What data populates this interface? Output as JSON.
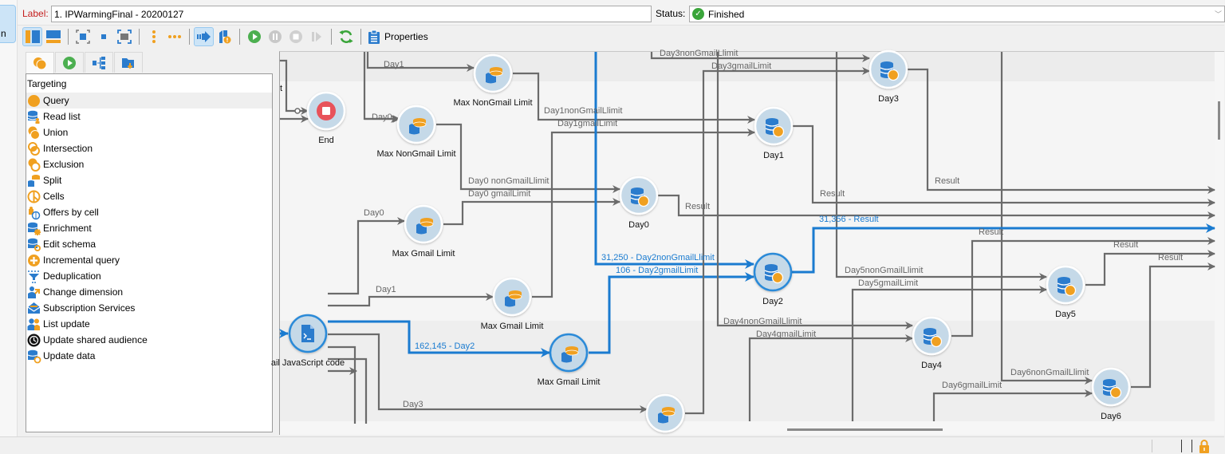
{
  "left_tab": {
    "label": "n"
  },
  "header": {
    "label_caption": "Label:",
    "label_value": "1. IPWarmingFinal - 20200127",
    "status_caption": "Status:",
    "status_value": "Finished",
    "status_icon": "check-circle-icon"
  },
  "toolbar": {
    "buttons": [
      {
        "name": "vertical-layout",
        "active": true
      },
      {
        "name": "horizontal-layout",
        "active": false
      },
      {
        "name": "zoom-fit",
        "active": false
      },
      {
        "name": "normal-size",
        "active": false
      },
      {
        "name": "zoom-selection",
        "active": false
      },
      {
        "name": "align-vertical",
        "active": false
      },
      {
        "name": "align-horizontal",
        "active": false
      },
      {
        "name": "show-transitions",
        "active": true
      },
      {
        "name": "show-log",
        "active": false
      },
      {
        "name": "start",
        "active": false
      },
      {
        "name": "pause",
        "active": false
      },
      {
        "name": "stop",
        "active": false
      },
      {
        "name": "resume",
        "active": false
      },
      {
        "name": "refresh",
        "active": false
      }
    ],
    "properties_label": "Properties"
  },
  "palette": {
    "tabs": [
      "targeting-tab",
      "flow-control-tab",
      "actions-tab",
      "events-tab"
    ],
    "section": "Targeting",
    "items": [
      {
        "label": "Query",
        "icon": "query-icon",
        "selected": true
      },
      {
        "label": "Read list",
        "icon": "read-list-icon"
      },
      {
        "label": "Union",
        "icon": "union-icon"
      },
      {
        "label": "Intersection",
        "icon": "intersection-icon"
      },
      {
        "label": "Exclusion",
        "icon": "exclusion-icon"
      },
      {
        "label": "Split",
        "icon": "split-icon"
      },
      {
        "label": "Cells",
        "icon": "cells-icon"
      },
      {
        "label": "Offers by cell",
        "icon": "offers-by-cell-icon"
      },
      {
        "label": "Enrichment",
        "icon": "enrichment-icon"
      },
      {
        "label": "Edit schema",
        "icon": "edit-schema-icon"
      },
      {
        "label": "Incremental query",
        "icon": "incremental-query-icon"
      },
      {
        "label": "Deduplication",
        "icon": "deduplication-icon"
      },
      {
        "label": "Change dimension",
        "icon": "change-dimension-icon"
      },
      {
        "label": "Subscription Services",
        "icon": "subscription-services-icon"
      },
      {
        "label": "List update",
        "icon": "list-update-icon"
      },
      {
        "label": "Update shared audience",
        "icon": "update-shared-audience-icon"
      },
      {
        "label": "Update data",
        "icon": "update-data-icon"
      }
    ]
  },
  "workflow": {
    "nodes": {
      "end": {
        "label": "End",
        "type": "end"
      },
      "max_nongmail_1": {
        "label": "Max NonGmail Limit",
        "type": "split"
      },
      "max_nongmail_0": {
        "label": "Max NonGmail Limit",
        "type": "split"
      },
      "max_gmail_0": {
        "label": "Max Gmail Limit",
        "type": "split"
      },
      "max_gmail_1": {
        "label": "Max Gmail Limit",
        "type": "split"
      },
      "max_gmail_2": {
        "label": "Max Gmail Limit",
        "type": "split",
        "active": true
      },
      "max_gmail_3": {
        "label": "",
        "type": "split"
      },
      "js_code": {
        "label": "ail JavaScript code",
        "type": "script",
        "active": true
      },
      "day0": {
        "label": "Day0",
        "type": "union"
      },
      "day1": {
        "label": "Day1",
        "type": "union"
      },
      "day2": {
        "label": "Day2",
        "type": "union",
        "active": true
      },
      "day3": {
        "label": "Day3",
        "type": "union"
      },
      "day4": {
        "label": "Day4",
        "type": "union"
      },
      "day5": {
        "label": "Day5",
        "type": "union"
      },
      "day6": {
        "label": "Day6",
        "type": "union"
      },
      "partial_left": {
        "label": "t"
      }
    },
    "transitions": {
      "t_day1_top": "Day1",
      "t_day0_nongmail": "Day0",
      "t_day0_gmail": "Day0",
      "t_day1_gmail": "Day1",
      "t_day3": "Day3",
      "t_day2_js": "162,145 - Day2",
      "t_day0_nongmaillimit": "Day0 nonGmailLlimit",
      "t_day0_gmaillimit": "Day0 gmailLimit",
      "t_day1_nongmaillimit": "Day1nonGmailLlimit",
      "t_day1_gmaillimit": "Day1gmailLimit",
      "t_day2_nongmaillimit": "31,250 - Day2nonGmailLlimit",
      "t_day2_gmaillimit": "106 - Day2gmailLimit",
      "t_day3_nongmaillimit": "Day3nonGmailLlimit",
      "t_day3_gmaillimit": "Day3gmailLimit",
      "t_day4_nongmaillimit": "Day4nonGmailLlimit",
      "t_day4_gmaillimit": "Day4gmailLimit",
      "t_day5_nongmaillimit": "Day5nonGmailLlimit",
      "t_day5_gmaillimit": "Day5gmailLimit",
      "t_day6_nongmaillimit": "Day6nonGmailLlimit",
      "t_day6_gmaillimit": "Day6gmailLimit",
      "r_day0": "Result",
      "r_day1": "Result",
      "r_day2": "31,356 - Result",
      "r_day3": "Result",
      "r_day4": "Result",
      "r_day5": "Result",
      "r_day6": "Result"
    }
  },
  "colors": {
    "accent": "#1a7bd0",
    "link_gray": "#6b6b6b",
    "node_bg": "#c5d9e8",
    "orange": "#f0a020",
    "blue": "#2b7ccd",
    "end_red": "#e8525a",
    "label_red": "#c41e1e",
    "status_green": "#3aa53a"
  }
}
